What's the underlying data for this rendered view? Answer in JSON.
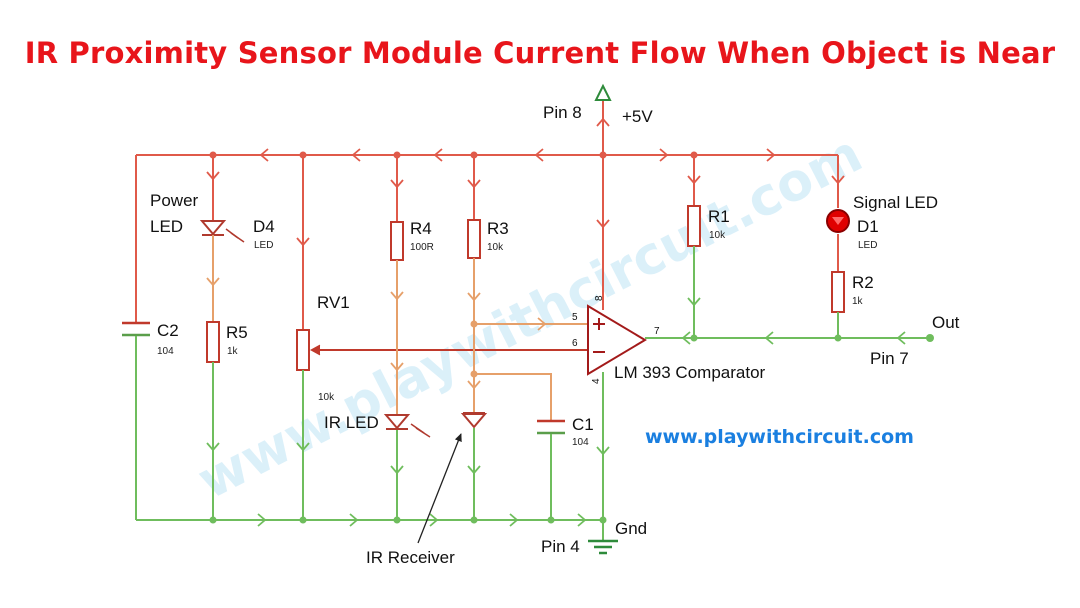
{
  "title": "IR Proximity Sensor Module Current Flow When Object is Near",
  "website": "www.playwithcircuit.com",
  "watermark": "www.playwithcircuit.com",
  "labels": {
    "pin8": "Pin 8",
    "vcc": "+5V",
    "pin7": "Pin 7",
    "out": "Out",
    "gnd": "Gnd",
    "pin4": "Pin 4",
    "comparator": "LM 393 Comparator",
    "ir_receiver": "IR Receiver",
    "ir_led": "IR LED",
    "power_led_1": "Power",
    "power_led_2": "LED",
    "signal_led": "Signal LED"
  },
  "components": {
    "d4": {
      "ref": "D4",
      "value": "LED"
    },
    "r5": {
      "ref": "R5",
      "value": "1k"
    },
    "c2": {
      "ref": "C2",
      "value": "104"
    },
    "rv1": {
      "ref": "RV1",
      "value": "10k"
    },
    "r4": {
      "ref": "R4",
      "value": "100R"
    },
    "r3": {
      "ref": "R3",
      "value": "10k"
    },
    "c1": {
      "ref": "C1",
      "value": "104"
    },
    "r1": {
      "ref": "R1",
      "value": "10k"
    },
    "d1": {
      "ref": "D1",
      "value": "LED"
    },
    "r2": {
      "ref": "R2",
      "value": "1k"
    }
  },
  "pins": {
    "p5": "5",
    "p6": "6",
    "p7": "7",
    "p8": "8",
    "p4": "4"
  },
  "colors": {
    "title": "#e8151b",
    "vcc_wire": "#e05a4a",
    "mid_wire": "#e6a06a",
    "gnd_wire": "#6fbd5d",
    "comparator": "#a31a1a",
    "signal_led": "#e00000",
    "website": "#1a7fe0"
  }
}
